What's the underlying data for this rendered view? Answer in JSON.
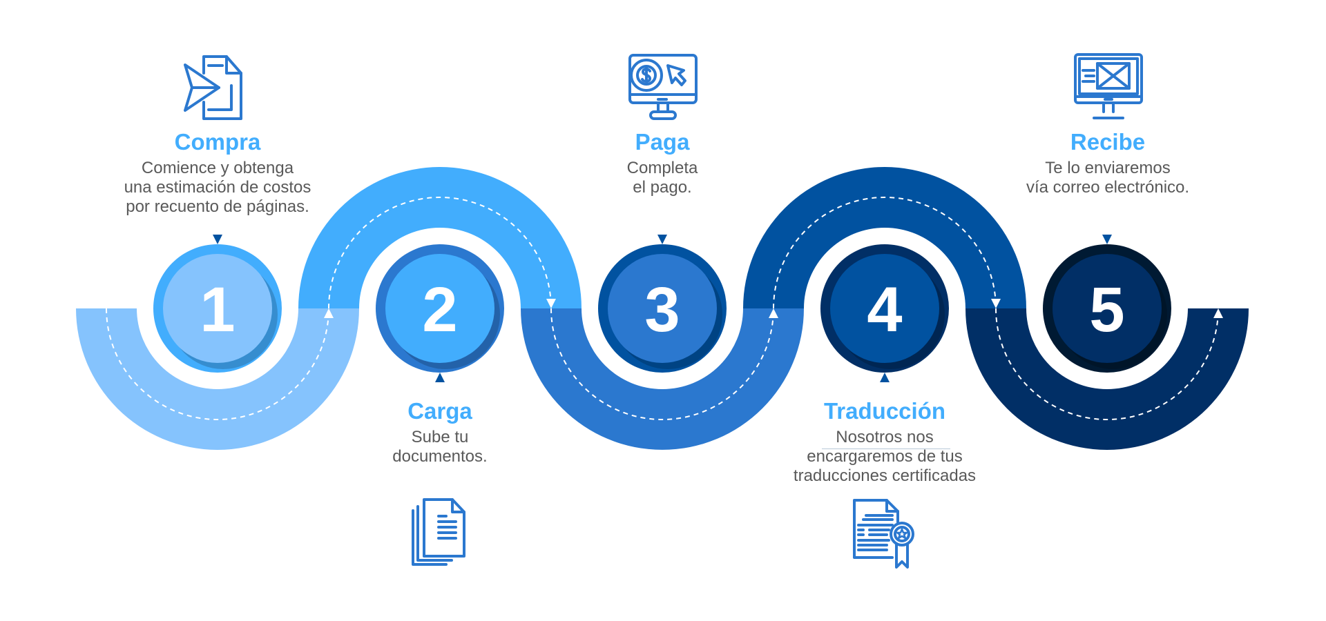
{
  "colors": {
    "band": [
      "#85c3fd",
      "#42adfd",
      "#2b78cf",
      "#0152a0",
      "#012f66"
    ],
    "ring": [
      "#42adfd",
      "#2b78cf",
      "#0152a0",
      "#012f66",
      "#001a33"
    ],
    "marker": "#0152a0",
    "icon": "#2b78cf",
    "title": "#42adfd",
    "text": "#595959"
  },
  "steps": [
    {
      "number": "1",
      "title": "Compra",
      "lines": [
        "Comience y obtenga",
        "una estimación de costos",
        "por recuento de páginas."
      ],
      "icon": "send-document-icon"
    },
    {
      "number": "2",
      "title": "Carga",
      "lines": [
        "Sube tu",
        "documentos."
      ],
      "icon": "documents-stack-icon"
    },
    {
      "number": "3",
      "title": "Paga",
      "lines": [
        "Completa",
        "el pago."
      ],
      "icon": "monitor-payment-icon"
    },
    {
      "number": "4",
      "title": "Traducción",
      "lines": [
        "Nosotros nos",
        "encargaremos de tus",
        "traducciones certificadas"
      ],
      "icon": "certified-document-icon"
    },
    {
      "number": "5",
      "title": "Recibe",
      "lines": [
        "Te lo enviaremos",
        "vía correo electrónico."
      ],
      "icon": "monitor-email-icon"
    }
  ]
}
